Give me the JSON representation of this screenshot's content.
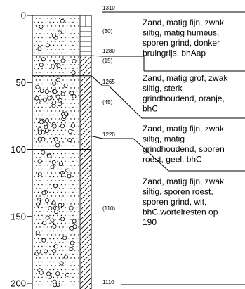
{
  "depth_axis": {
    "ticks": [
      {
        "depth": 0,
        "label": "0"
      },
      {
        "depth": 50,
        "label": "50"
      },
      {
        "depth": 100,
        "label": "100"
      },
      {
        "depth": 150,
        "label": "150"
      },
      {
        "depth": 200,
        "label": "200"
      }
    ]
  },
  "layers": [
    {
      "top_label": "1310",
      "thickness_label": "(30)",
      "description_lines": [
        "Zand, matig fijn, zwak",
        "siltig, matig humeus,",
        "sporen grind, donker",
        "bruingrijs, bhAap"
      ]
    },
    {
      "top_label": "1280",
      "thickness_label": "(15)",
      "description_lines": []
    },
    {
      "top_label": "1265",
      "thickness_label": "(45)",
      "description_lines": [
        "Zand, matig grof, zwak",
        "siltig, sterk",
        "grindhoudend, oranje,",
        "bhC"
      ]
    },
    {
      "top_label": "1220",
      "thickness_label": "",
      "description_lines": [
        "Zand, matig fijn, zwak",
        "siltig, matig",
        "grindhoudend, sporen",
        "roest, geel, bhC"
      ]
    },
    {
      "top_label": "",
      "thickness_label": "(110)",
      "description_lines": [
        "Zand, matig fijn, zwak",
        "siltig, sporen roest,",
        "sporen grind, wit,",
        "bhC.wortelresten op",
        "190"
      ]
    }
  ],
  "bottom_label": "1110",
  "colors": {
    "line": "#000000",
    "background": "#ffffff"
  }
}
